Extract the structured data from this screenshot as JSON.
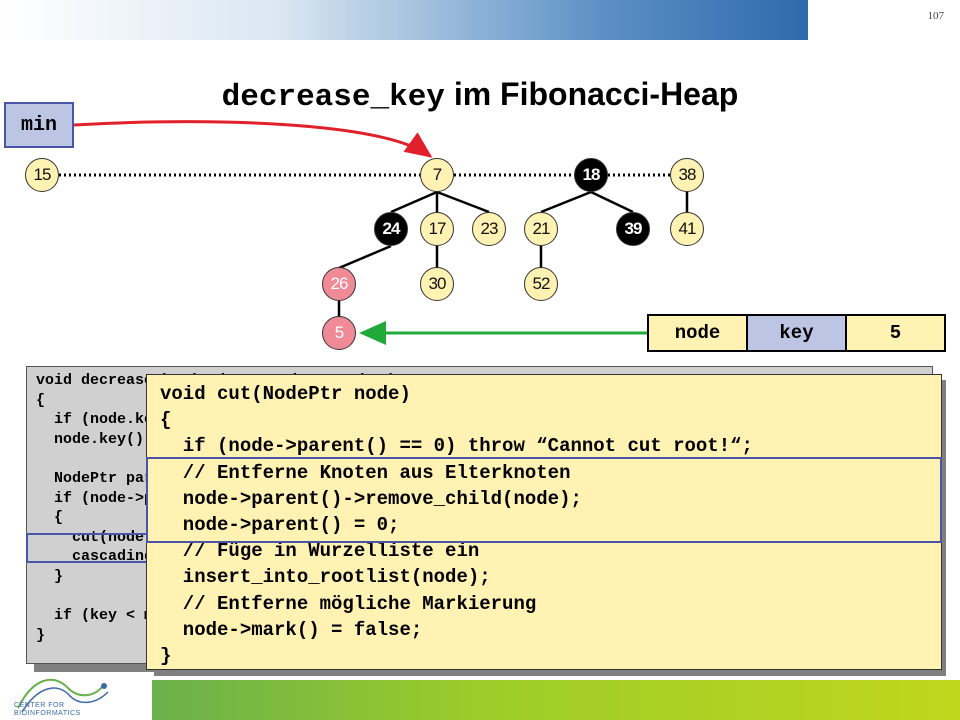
{
  "page_number": "107",
  "title": {
    "code": "decrease_key",
    "rest": " im Fibonacci-Heap"
  },
  "min_label": "min",
  "nodes": {
    "n15": "15",
    "n7": "7",
    "n18": "18",
    "n38": "38",
    "n24": "24",
    "n17": "17",
    "n23": "23",
    "n21": "21",
    "n39": "39",
    "n41": "41",
    "n26": "26",
    "n30": "30",
    "n52": "52",
    "n5": "5"
  },
  "key_table": {
    "col1": "node",
    "col2": "key",
    "col3": "5"
  },
  "background_code": "void decrease_key(NodePtr node, Key key)\n{\n  if (node.key() < key) throw \"Key too large!\";\n  node.key() = key;\n\n  NodePtr parent = node->parent();\n  if (node->parent() && key < parent.key())\n  {\n    cut(node);\n    cascading_cut(parent);\n  }\n\n  if (key < min.key()) min = node;\n}",
  "popup_code": "void cut(NodePtr node)\n{\n  if (node->parent() == 0) throw “Cannot cut root!“;\n  // Entferne Knoten aus Elterknoten\n  node->parent()->remove_child(node);\n  node->parent() = 0;\n  // Füge in Wurzelliste ein\n  insert_into_rootlist(node);\n  // Entferne mögliche Markierung\n  node->mark() = false;\n}",
  "logo_text": {
    "line1": "CENTER FOR",
    "line2": "BIOINFORMATICS"
  },
  "colors": {
    "node_fill": "#fff2b3",
    "marked": "#000000",
    "cut": "#f08a96",
    "arrow_red": "#e0202a",
    "arrow_green": "#1faa3a",
    "highlight": "#4b55a8"
  }
}
